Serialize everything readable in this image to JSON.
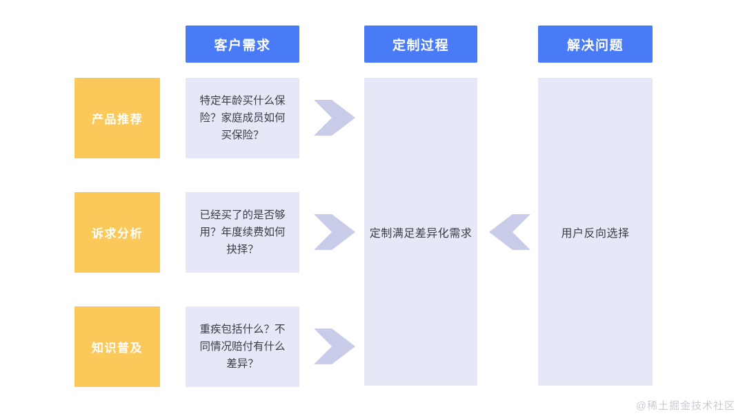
{
  "diagram": {
    "background_color": "#ffffff",
    "palette": {
      "header_blue": "#4a7bf7",
      "category_yellow": "#fbc95a",
      "card_lavender": "#e6e8f8",
      "arrow_lavender": "#c9cce8",
      "body_text": "#3c3c46",
      "watermark_gray": "#c9ccd4"
    },
    "headers": [
      {
        "label": "客户需求"
      },
      {
        "label": "定制过程"
      },
      {
        "label": "解决问题"
      }
    ],
    "categories": [
      {
        "label": "产品推荐"
      },
      {
        "label": "诉求分析"
      },
      {
        "label": "知识普及"
      }
    ],
    "questions": [
      {
        "text": "特定年龄买什么保险？家庭成员如何买保险？"
      },
      {
        "text": "已经买了的是否够用？年度续费如何抉择？"
      },
      {
        "text": "重疾包括什么？不同情况赔付有什么差异？"
      }
    ],
    "panels": {
      "process": {
        "label": "定制满足差异化需求"
      },
      "solution": {
        "label": "用户反向选择"
      }
    },
    "arrows": [
      {
        "direction": "right"
      },
      {
        "direction": "right"
      },
      {
        "direction": "right"
      },
      {
        "direction": "left"
      }
    ],
    "watermark": {
      "text": "@稀土掘金技术社区"
    }
  }
}
